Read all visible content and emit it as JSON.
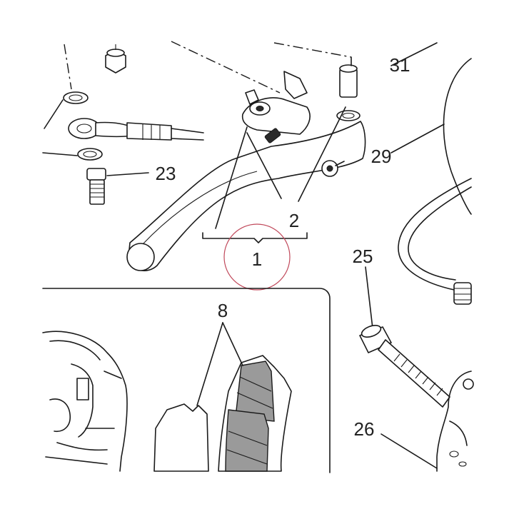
{
  "callouts": {
    "c31": "31",
    "c29": "29",
    "c23": "23",
    "c2": "2",
    "c1": "1",
    "c25": "25",
    "c8": "8",
    "c26": "26"
  },
  "colors": {
    "line": "#1a1a1a",
    "pad_fill": "#9a9a9a",
    "highlight_circle": "#c0485a",
    "background": "#ffffff"
  }
}
